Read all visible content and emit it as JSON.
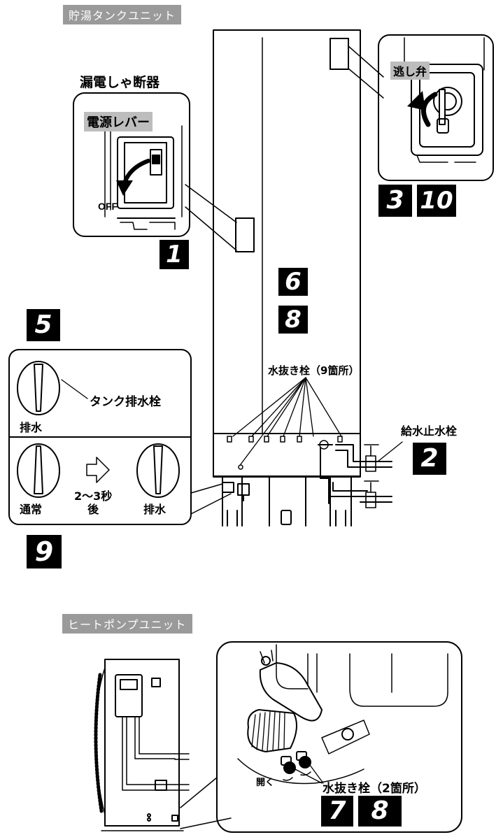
{
  "section_tank": "貯湯タンクユニット",
  "section_heatpump": "ヒートポンプユニット",
  "breaker": {
    "title": "漏電しゃ断器",
    "lever": "電源レバー",
    "off": "OFF"
  },
  "relief_valve": "逃し弁",
  "drain_plug_tank": "タンク排水栓",
  "label_drain": "排水",
  "label_normal": "通常",
  "label_wait": "2〜3秒\n後",
  "drain_valves_9": "水抜き栓（9箇所）",
  "supply_stop_valve": "給水止水栓",
  "open_label": "開く",
  "drain_valves_2": "水抜き栓（2箇所）",
  "steps": {
    "s1": "1",
    "s2": "2",
    "s3": "3",
    "s10": "10",
    "s5": "5",
    "s6": "6",
    "s8a": "8",
    "s9": "9",
    "s7": "7",
    "s8b": "8"
  }
}
